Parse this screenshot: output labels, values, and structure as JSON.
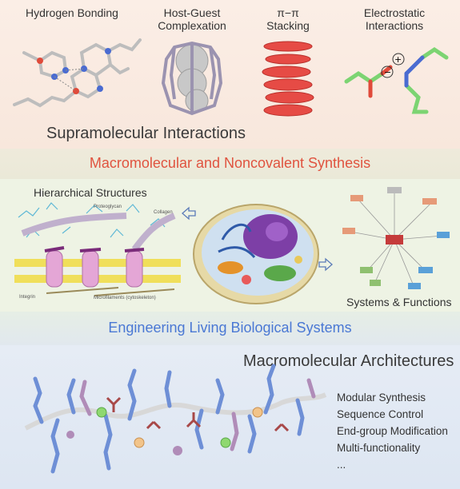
{
  "top": {
    "labels": [
      "Hydrogen Bonding",
      "Host-Guest\nComplexation",
      "π−π\nStacking",
      "Electrostatic\nInteractions"
    ],
    "title": "Supramolecular Interactions"
  },
  "banner1": "Macromolecular and Noncovalent Synthesis",
  "middle": {
    "hier_title": "Hierarchical Structures",
    "proteoglycan": "Proteoglycan",
    "collagen": "Collagen",
    "integrin": "Integrin",
    "microfilaments": "Microfilaments (cytoskeleton)",
    "systems": "Systems & Functions"
  },
  "banner2": "Engineering Living Biological Systems",
  "bottom": {
    "title": "Macromolecular Architectures",
    "list": [
      "Modular Synthesis",
      "Sequence Control",
      "End-group Modification",
      "Multi-functionality",
      "..."
    ]
  },
  "colors": {
    "banner1_text": "#e0533f",
    "banner2_text": "#4a78d4",
    "stack_red": "#e64b45",
    "chain_blue": "#6e8fd6"
  }
}
